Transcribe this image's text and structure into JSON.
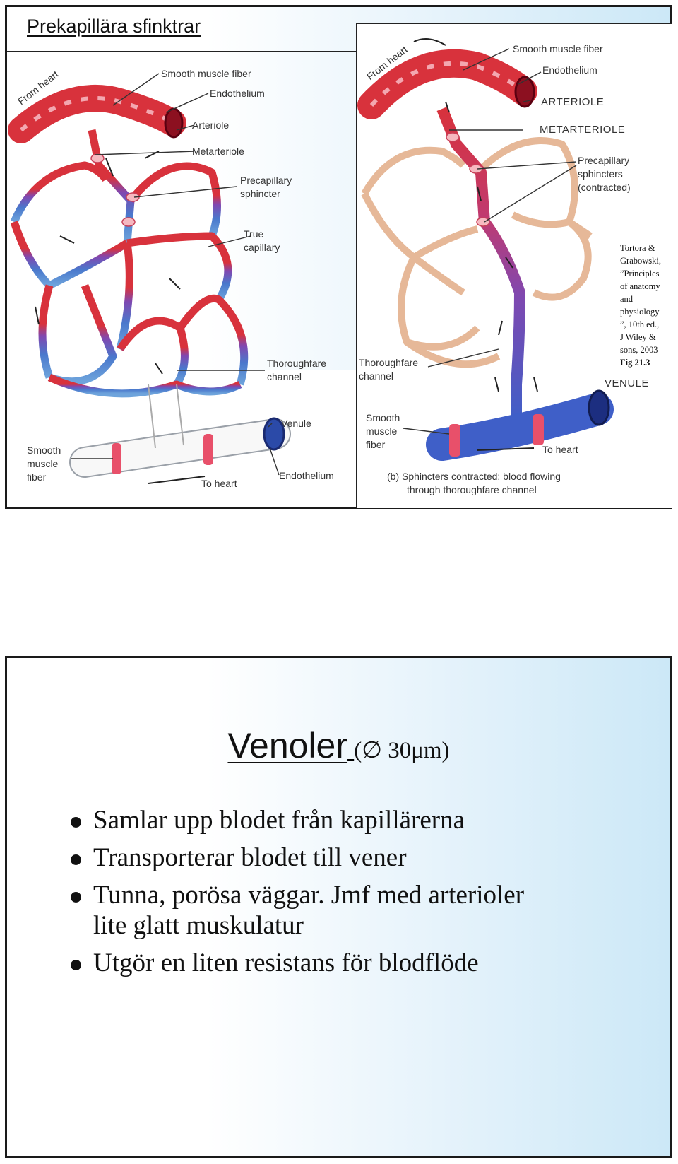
{
  "slide1": {
    "title": "Prekapillära sfinktrar",
    "panel_a": {
      "labels": {
        "from_heart": "From heart",
        "smooth_muscle_fiber": "Smooth muscle fiber",
        "endothelium": "Endothelium",
        "arteriole": "Arteriole",
        "metarteriole": "Metarteriole",
        "precapillary_line1": "Precapillary",
        "precapillary_line2": "sphincter",
        "true_line1": "True",
        "true_line2": "capillary",
        "thoroughfare_line1": "Thoroughfare",
        "thoroughfare_line2": "channel",
        "venule": "Venule",
        "smooth_line1": "Smooth",
        "smooth_line2": "muscle",
        "smooth_line3": "fiber",
        "endothelium_bottom": "Endothelium",
        "to_heart": "To heart"
      }
    },
    "panel_b": {
      "labels": {
        "from_heart": "From heart",
        "smooth_muscle_fiber": "Smooth muscle fiber",
        "endothelium": "Endothelium",
        "arteriole": "ARTERIOLE",
        "metarteriole": "METARTERIOLE",
        "precapillary_line1": "Precapillary",
        "precapillary_line2": "sphincters",
        "precapillary_line3": "(contracted)",
        "thoroughfare_line1": "Thoroughfare",
        "thoroughfare_line2": "channel",
        "venule": "VENULE",
        "smooth_line1": "Smooth",
        "smooth_line2": "muscle",
        "smooth_line3": "fiber",
        "to_heart": "To heart",
        "caption_line1": "(b) Sphincters contracted: blood flowing",
        "caption_line2": "through thoroughfare channel"
      }
    },
    "citation": {
      "lines": [
        "Tortora &",
        "Grabowski,",
        "”Principles",
        "of anatomy",
        "and",
        "physiology",
        "”, 10th ed.,",
        "J Wiley &",
        "sons, 2003"
      ],
      "figure": "Fig 21.3"
    }
  },
  "slide2": {
    "title": "Venoler",
    "title_sub": "(∅ 30μm)",
    "bullets": [
      [
        "Samlar upp blodet från kapillärerna"
      ],
      [
        "Transporterar blodet till vener"
      ],
      [
        "Tunna, porösa väggar. Jmf med arterioler",
        "lite glatt muskulatur"
      ],
      [
        "Utgör en liten resistans för blodflöde"
      ]
    ]
  },
  "colors": {
    "artery_red": "#d8323c",
    "vein_blue": "#3f5fc8",
    "capillary_purple": "#8048b0",
    "constricted_tan": "#e6b898",
    "sphincter_pink": "#f08c98"
  }
}
